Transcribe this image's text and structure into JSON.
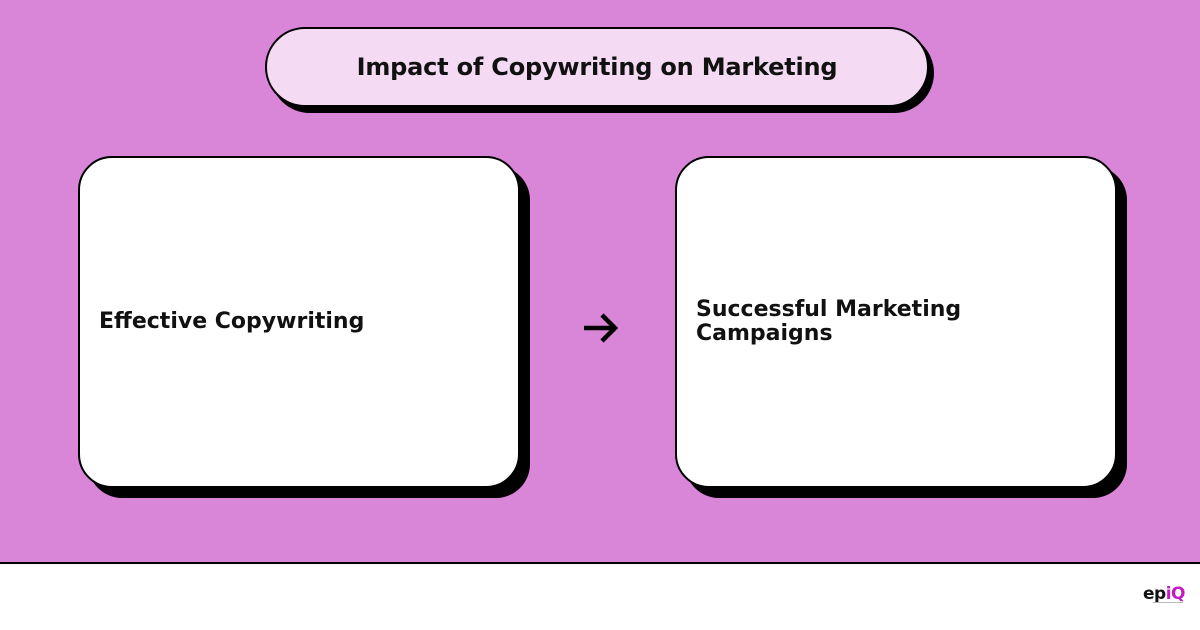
{
  "title": "Impact of Copywriting on Marketing",
  "nodes": [
    {
      "label": "Effective Copywriting"
    },
    {
      "label": "Successful Marketing Campaigns"
    }
  ],
  "connector": {
    "icon": "arrow-right-icon",
    "glyph": "→"
  },
  "logo": {
    "part1": "ep",
    "part2": "iQ"
  },
  "colors": {
    "background": "#d986d8",
    "title_fill": "#f4daf3",
    "card_fill": "#ffffff",
    "outline": "#000000",
    "logo_accent": "#c21bc2"
  }
}
